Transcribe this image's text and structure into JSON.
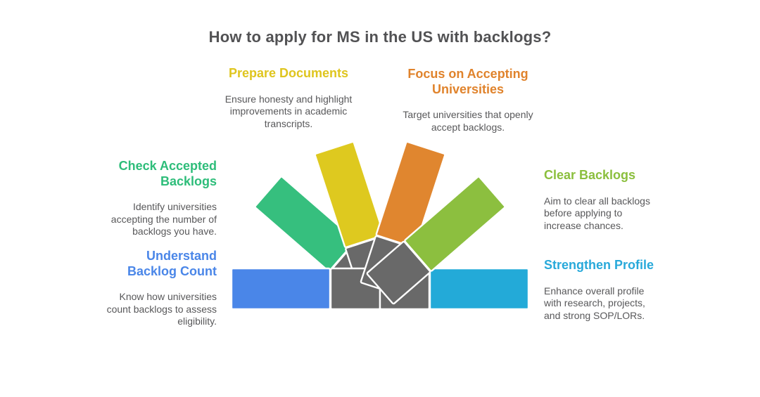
{
  "title": "How to apply for MS in the US with backlogs?",
  "sections": [
    {
      "id": "prepare-documents",
      "color": "#dfc51e",
      "heading_lines": [
        "Prepare Documents"
      ],
      "body_lines": [
        "Ensure honesty and highlight",
        "improvements in academic",
        "transcripts."
      ]
    },
    {
      "id": "focus-on-accepting-universities",
      "color": "#e0832c",
      "heading_lines": [
        "Focus on Accepting",
        "Universities"
      ],
      "body_lines": [
        "Target universities that openly",
        "accept backlogs."
      ]
    },
    {
      "id": "check-accepted-backlogs",
      "color": "#2ebd7a",
      "heading_lines": [
        "Check Accepted",
        "Backlogs"
      ],
      "body_lines": [
        "Identify universities",
        "accepting the number of",
        "backlogs you have."
      ]
    },
    {
      "id": "clear-backlogs",
      "color": "#8bbf3d",
      "heading_lines": [
        "Clear Backlogs"
      ],
      "body_lines": [
        "Aim to clear all backlogs",
        "before applying to",
        "increase chances."
      ]
    },
    {
      "id": "understand-backlog-count",
      "color": "#4a86e8",
      "heading_lines": [
        "Understand",
        "Backlog Count"
      ],
      "body_lines": [
        "Know how universities",
        "count backlogs to assess",
        "eligibility."
      ]
    },
    {
      "id": "strengthen-profile",
      "color": "#28a9da",
      "heading_lines": [
        "Strengthen Profile"
      ],
      "body_lines": [
        "Enhance overall profile",
        "with research, projects,",
        "and strong SOP/LORs."
      ]
    }
  ],
  "fan": {
    "colors": {
      "blue": "#4a86e8",
      "green": "#36bf7e",
      "yellow": "#dec91f",
      "orange": "#e0862f",
      "lime": "#8cbf3f",
      "cyan": "#23aad8",
      "gray": "#696969"
    }
  }
}
